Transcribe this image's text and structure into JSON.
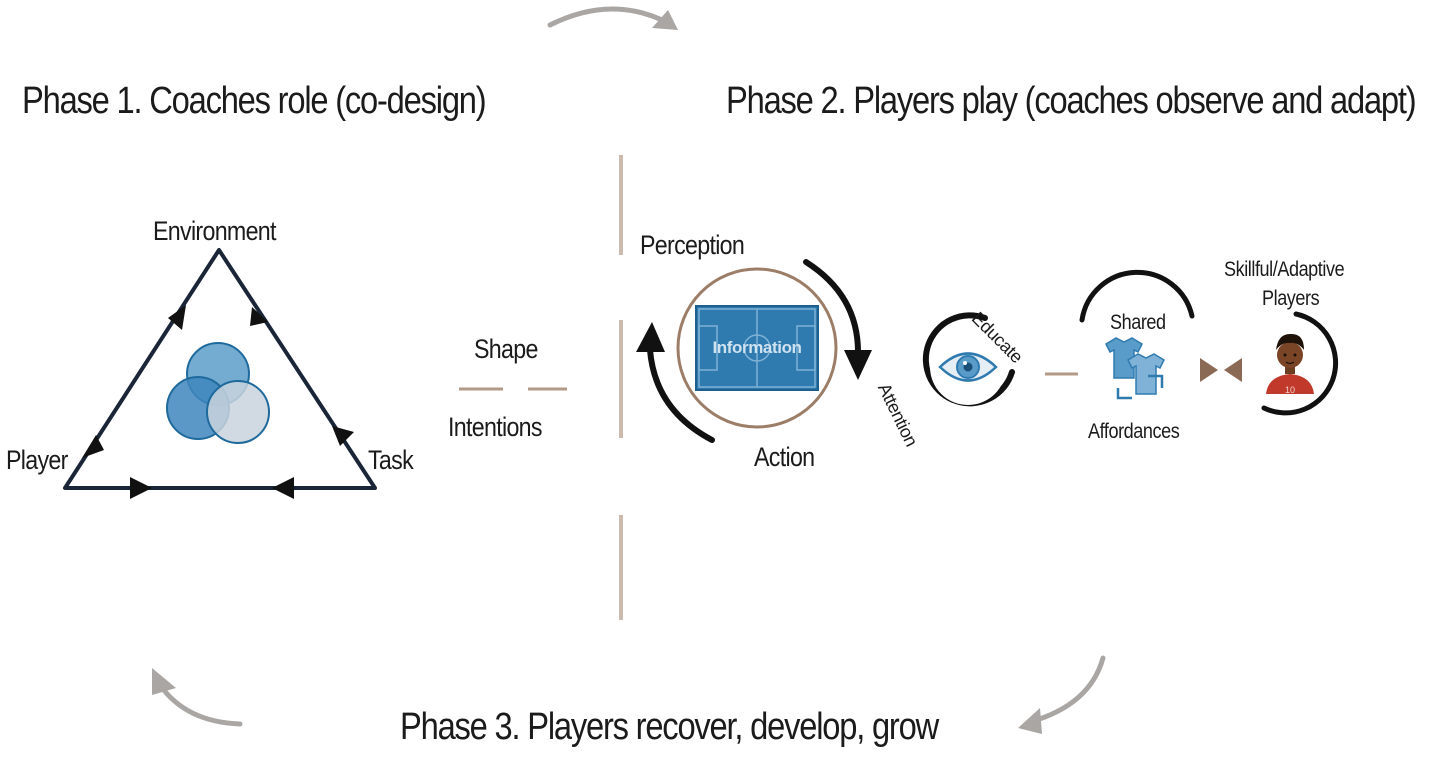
{
  "phases": {
    "phase1_title": "Phase 1. Coaches role (co-design)",
    "phase2_title": "Phase 2. Players play (coaches observe and adapt)",
    "phase3_title": "Phase 3. Players recover, develop, grow"
  },
  "constraints_triangle": {
    "top_label": "Environment",
    "left_label": "Player",
    "right_label": "Task"
  },
  "divider": {
    "shape_label": "Shape",
    "intentions_label": "Intentions"
  },
  "perception_action": {
    "perception_label": "Perception",
    "action_label": "Action",
    "pitch_label": "Information"
  },
  "attention_eye": {
    "educate_label": "Educate",
    "attention_label": "Attention"
  },
  "affordances": {
    "shared_label": "Shared",
    "affordances_label": "Affordances"
  },
  "player": {
    "title_line1": "Skillful/Adaptive",
    "title_line2": "Players",
    "shirt_number": "10"
  },
  "colors": {
    "navy": "#1a2638",
    "blue": "#2f7bb0",
    "blue_light": "#5a9cc9",
    "tan": "#b39a87",
    "grey_arrow": "#a9a6a3",
    "brown": "#8a6a55"
  }
}
